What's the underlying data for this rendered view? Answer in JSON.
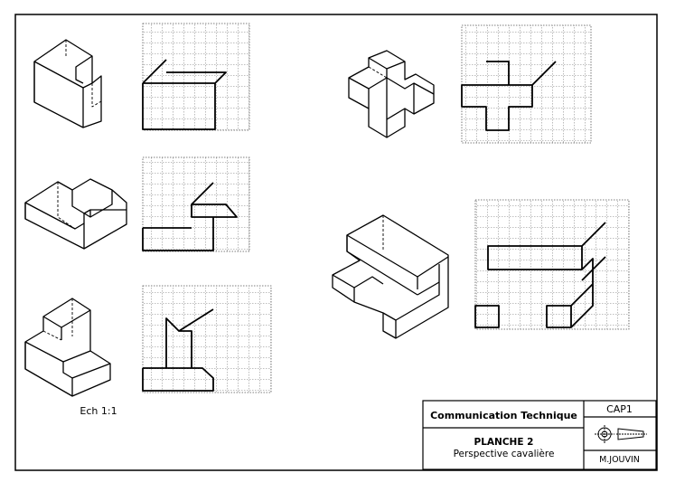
{
  "sheet": {
    "scale_label": "Ech 1:1"
  },
  "title_block": {
    "subject": "Communication Technique",
    "code": "CAP1",
    "sheet_title": "PLANCHE 2",
    "sheet_subtitle": "Perspective cavalière",
    "author": "M.JOUVIN"
  },
  "exercises": [
    {
      "id": 1,
      "name": "exercise-1"
    },
    {
      "id": 2,
      "name": "exercise-2"
    },
    {
      "id": 3,
      "name": "exercise-3"
    },
    {
      "id": 4,
      "name": "exercise-4"
    },
    {
      "id": 5,
      "name": "exercise-5"
    }
  ],
  "colors": {
    "line": "#000000",
    "grid": "#555555",
    "background": "#ffffff"
  }
}
